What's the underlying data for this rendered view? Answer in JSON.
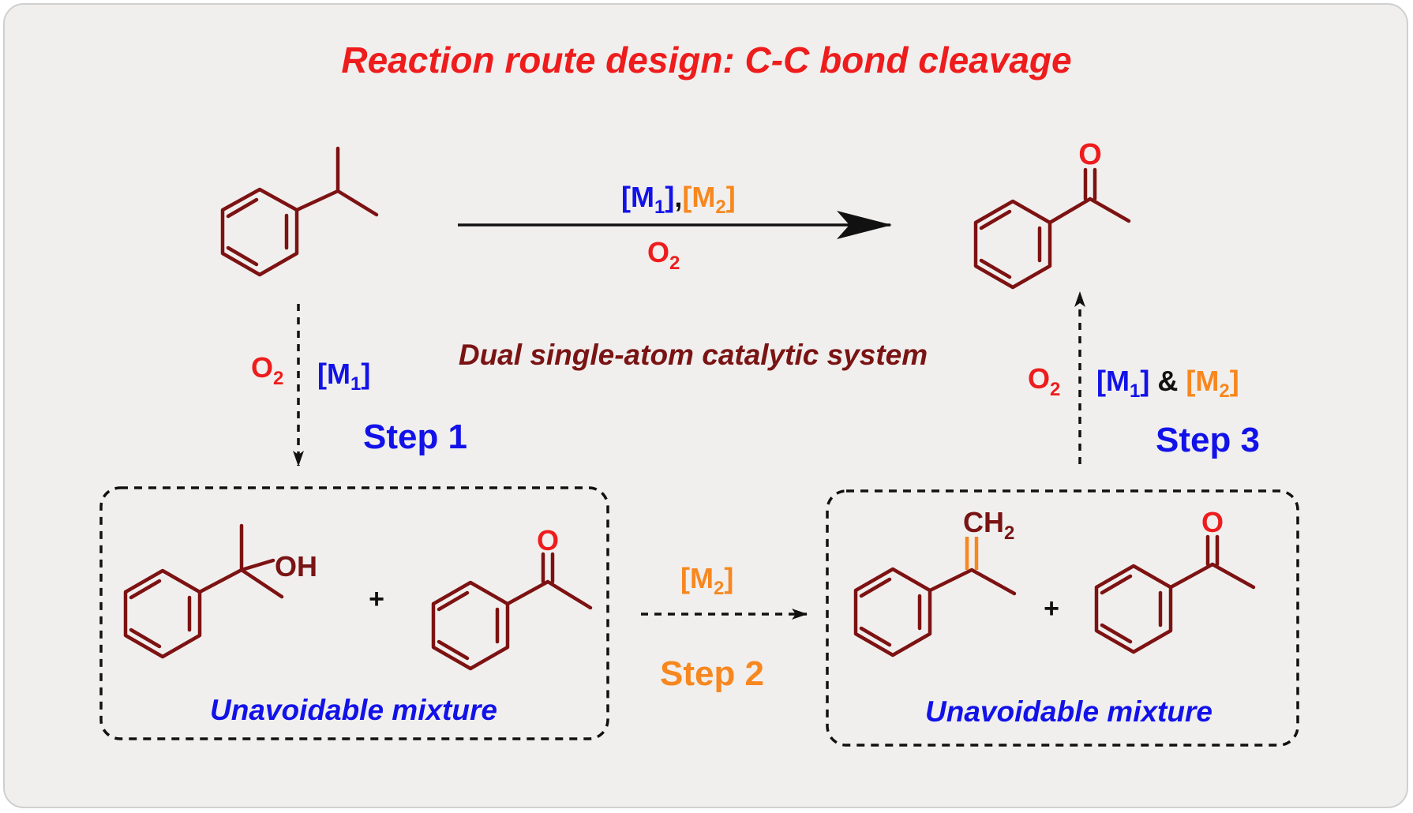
{
  "title": "Reaction route design: C-C bond cleavage",
  "catalytic_system": "Dual single-atom catalytic  system",
  "mixture_label": "Unavoidable mixture",
  "reagents": {
    "o2": "O",
    "o2_sub": "2",
    "m": "[M",
    "close": "]",
    "sub1": "1",
    "sub2": "2",
    "comma": ",",
    "and": "&"
  },
  "steps": {
    "step1": "Step 1",
    "step2": "Step 2",
    "step3": "Step 3"
  },
  "atoms": {
    "oxygen": "O",
    "hydroxyl": "OH",
    "methylene": "CH",
    "methylene_sub": "2",
    "plus": "+"
  },
  "colors": {
    "title": "#ee1c1c",
    "m1": "#1212e8",
    "m2": "#f7871e",
    "bond": "#7d1212",
    "step_label": "#1212e8"
  }
}
